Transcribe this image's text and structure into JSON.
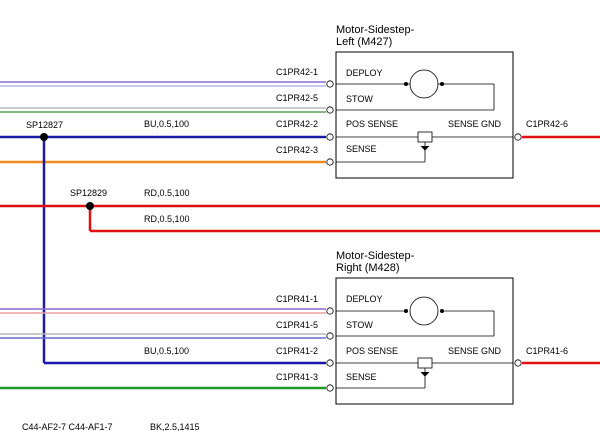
{
  "components": {
    "left": {
      "title_line1": "Motor-Sidestep-",
      "title_line2": "Left (M427)",
      "pins": {
        "deploy": "DEPLOY",
        "stow": "STOW",
        "pos_sense": "POS SENSE",
        "sense": "SENSE",
        "sense_gnd": "SENSE GND"
      },
      "connectors": {
        "c1": "C1PR42-1",
        "c5": "C1PR42-5",
        "c2": "C1PR42-2",
        "c3": "C1PR42-3",
        "c6": "C1PR42-6"
      }
    },
    "right": {
      "title_line1": "Motor-Sidestep-",
      "title_line2": "Right (M428)",
      "pins": {
        "deploy": "DEPLOY",
        "stow": "STOW",
        "pos_sense": "POS SENSE",
        "sense": "SENSE",
        "sense_gnd": "SENSE GND"
      },
      "connectors": {
        "c1": "C1PR41-1",
        "c5": "C1PR41-5",
        "c2": "C1PR41-2",
        "c3": "C1PR41-3",
        "c6": "C1PR41-6"
      }
    }
  },
  "splices": {
    "sp1": "SP12827",
    "sp2": "SP12829"
  },
  "wires": {
    "bu_left": "BU,0.5,100",
    "bu_right": "BU,0.5,100",
    "rd_top": "RD,0.5,100",
    "rd_bottom": "RD,0.5,100",
    "bottom_conn": "C44-AF2-7  C44-AF1-7",
    "bottom_bk": "BK,2.5,1415"
  },
  "colors": {
    "blue": "#1a1aa6",
    "red": "#e01010",
    "orange": "#f08a1e",
    "green": "#1e9a2a",
    "purple": "#8a6ad0",
    "light_gray": "#b8b8b8",
    "green_light": "#5aa05a"
  }
}
